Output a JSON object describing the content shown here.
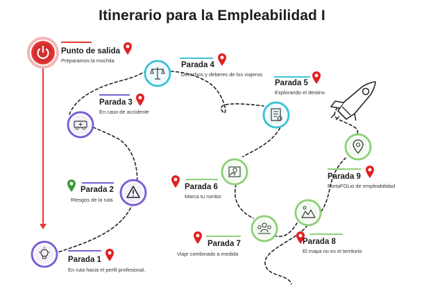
{
  "title": "Itinerario para la Empleabilidad I",
  "colors": {
    "route": "#222222",
    "start_red": "#e53935",
    "purple": "#7b5fd6",
    "cyan": "#3ec3d6",
    "green": "#8fd17a",
    "pin_red": "#e02020",
    "pin_green": "#3a9a3a"
  },
  "stops": [
    {
      "id": "start",
      "name": "Punto de salida",
      "desc": "Preparamos la mochila",
      "icon": "power-icon"
    },
    {
      "id": "parada-1",
      "name": "Parada 1",
      "desc": "En ruta hacia el perfil profesional.",
      "icon": "lightbulb-icon"
    },
    {
      "id": "parada-2",
      "name": "Parada 2",
      "desc": "Riesgos de la ruta",
      "icon": "warning-icon"
    },
    {
      "id": "parada-3",
      "name": "Parada 3",
      "desc": "En caso de accidente",
      "icon": "ambulance-icon"
    },
    {
      "id": "parada-4",
      "name": "Parada 4",
      "desc": "Derechos y deberes de los viajeros",
      "icon": "scales-icon"
    },
    {
      "id": "parada-5",
      "name": "Parada 5",
      "desc": "Explorando el destino",
      "icon": "checklist-icon"
    },
    {
      "id": "parada-6",
      "name": "Parada 6",
      "desc": "Marca tu rumbo",
      "icon": "map-pin-board-icon"
    },
    {
      "id": "parada-7",
      "name": "Parada 7",
      "desc": "Viaje combinado a medida",
      "icon": "team-icon"
    },
    {
      "id": "parada-8",
      "name": "Parada 8",
      "desc": "El mapa no es el territorio",
      "icon": "terrain-map-icon"
    },
    {
      "id": "parada-9",
      "name": "Parada 9",
      "desc": "PortaFOLio de empleabilidad",
      "icon": "location-icon"
    }
  ]
}
